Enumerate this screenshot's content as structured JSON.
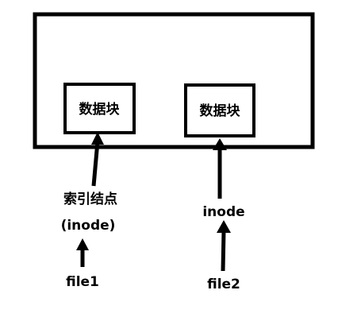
{
  "diagram": {
    "blocks": [
      {
        "label": "数据块"
      },
      {
        "label": "数据块"
      }
    ],
    "left_stack": {
      "index_node_label": "索引结点",
      "index_node_paren": "(inode)",
      "file_label": "file1"
    },
    "right_stack": {
      "inode_label": "inode",
      "file_label": "file2"
    },
    "colors": {
      "stroke": "#000000",
      "background": "#ffffff"
    }
  }
}
